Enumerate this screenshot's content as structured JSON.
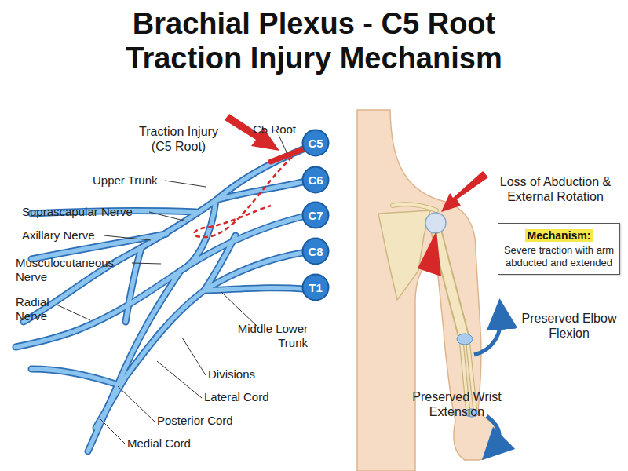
{
  "diagram": {
    "title": "Brachial Plexus - C5 Root Traction Injury Mechanism",
    "nodes": [
      {
        "text": [
          "C5"
        ]
      },
      {
        "text": [
          "C6"
        ]
      },
      {
        "text": [
          "C7"
        ]
      },
      {
        "text": [
          "C8"
        ]
      },
      {
        "text": [
          "T1"
        ]
      },
      {
        "text": [
          "Mechanism:",
          "Severe traction with arm abducted and extended"
        ]
      }
    ],
    "labels": [
      "Traction Injury (C5 Root)",
      "C5 Root",
      "Upper Trunk",
      "Loss of Abduction & External Rotation",
      "Suprascapular Nerve",
      "Axillary Nerve",
      "Musculocutaneous Nerve",
      "Radial Nerve",
      "Preserved Elbow Flexion",
      "Middle Lower Trunk",
      "Divisions",
      "Lateral Cord",
      "Preserved Wrist Extension",
      "Posterior Cord",
      "Medial Cord"
    ]
  }
}
